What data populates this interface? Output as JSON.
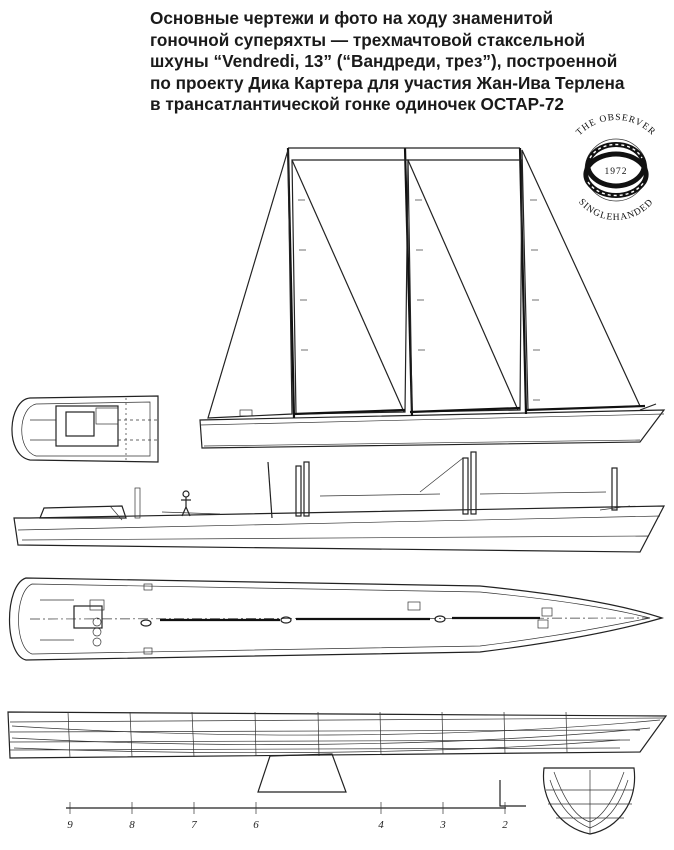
{
  "caption": {
    "lines": [
      "Основные чертежи и фото на ходу знаменитой",
      "гоночной суперяхты — трехмачтовой стаксельной",
      "шхуны “Vendredi, 13” (“Вандреди, трез”), построенной",
      "по проекту Дика Картера для участия Жан-Ива Терлена",
      "в трансатлантической гонке одиночек ОСТАР-72"
    ]
  },
  "seal": {
    "top_text": "THE OBSERVER",
    "bottom_text": "SINGLEHANDED",
    "year": "1972",
    "icon": "rope-knot-icon"
  },
  "scale": {
    "stations": [
      "9",
      "8",
      "7",
      "6",
      "4",
      "3",
      "2"
    ]
  },
  "colors": {
    "ink": "#222222",
    "paper": "#ffffff"
  }
}
